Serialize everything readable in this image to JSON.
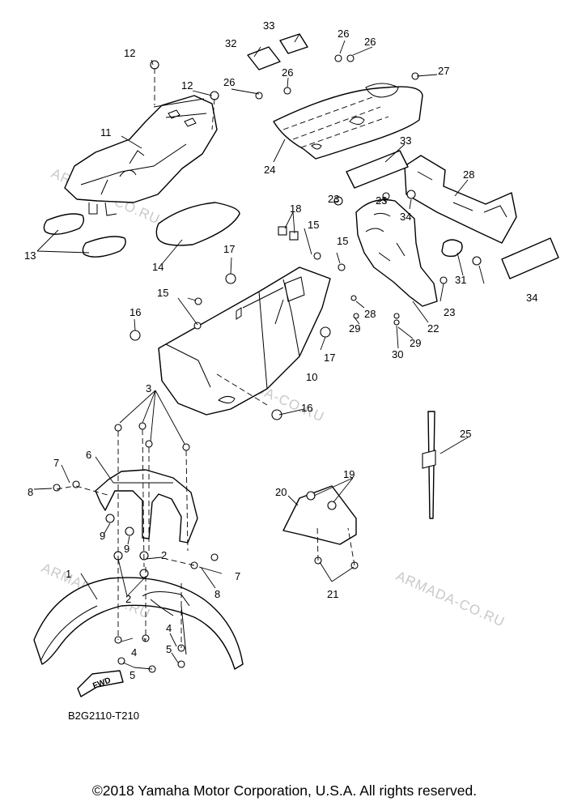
{
  "watermark": "ARMADA-CO.RU",
  "drawing_code": "B2G2110-T210",
  "fwd_label": "FWD",
  "copyright": "©2018 Yamaha Motor Corporation, U.S.A. All rights reserved.",
  "callouts": [
    "1",
    "2",
    "2",
    "3",
    "4",
    "4",
    "5",
    "5",
    "6",
    "7",
    "7",
    "8",
    "8",
    "9",
    "9",
    "10",
    "11",
    "12",
    "12",
    "13",
    "14",
    "15",
    "15",
    "15",
    "16",
    "16",
    "17",
    "17",
    "18",
    "19",
    "20",
    "21",
    "22",
    "23",
    "23",
    "23",
    "24",
    "25",
    "26",
    "26",
    "26",
    "26",
    "27",
    "28",
    "28",
    "29",
    "29",
    "30",
    "31",
    "32",
    "33",
    "33",
    "34",
    "34"
  ]
}
